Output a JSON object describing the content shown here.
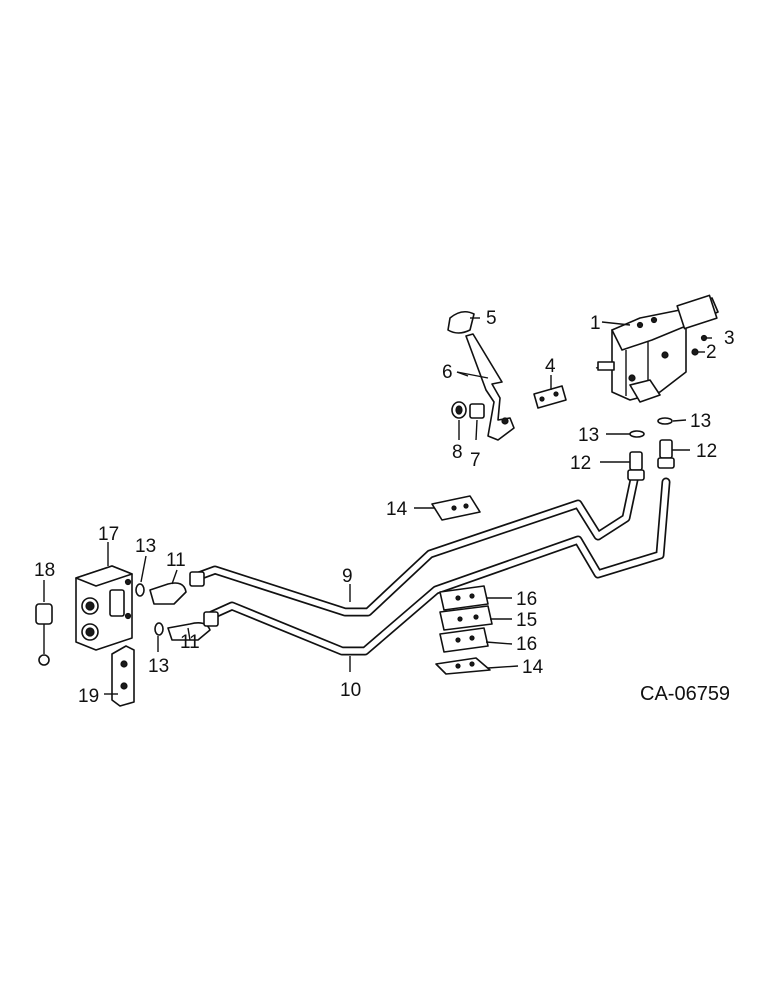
{
  "figure_code": "CA-06759",
  "callouts": [
    {
      "id": "c1",
      "text": "1"
    },
    {
      "id": "c2",
      "text": "2"
    },
    {
      "id": "c3",
      "text": "3"
    },
    {
      "id": "c4",
      "text": "4"
    },
    {
      "id": "c5",
      "text": "5"
    },
    {
      "id": "c6",
      "text": "6"
    },
    {
      "id": "c7",
      "text": "7"
    },
    {
      "id": "c8",
      "text": "8"
    },
    {
      "id": "c9",
      "text": "9"
    },
    {
      "id": "c10",
      "text": "10"
    },
    {
      "id": "c11a",
      "text": "11"
    },
    {
      "id": "c11b",
      "text": "11"
    },
    {
      "id": "c12a",
      "text": "12"
    },
    {
      "id": "c12b",
      "text": "12"
    },
    {
      "id": "c13a",
      "text": "13"
    },
    {
      "id": "c13b",
      "text": "13"
    },
    {
      "id": "c13c",
      "text": "13"
    },
    {
      "id": "c13d",
      "text": "13"
    },
    {
      "id": "c14a",
      "text": "14"
    },
    {
      "id": "c14b",
      "text": "14"
    },
    {
      "id": "c15",
      "text": "15"
    },
    {
      "id": "c16a",
      "text": "16"
    },
    {
      "id": "c16b",
      "text": "16"
    },
    {
      "id": "c17",
      "text": "17"
    },
    {
      "id": "c18",
      "text": "18"
    },
    {
      "id": "c19",
      "text": "19"
    }
  ]
}
